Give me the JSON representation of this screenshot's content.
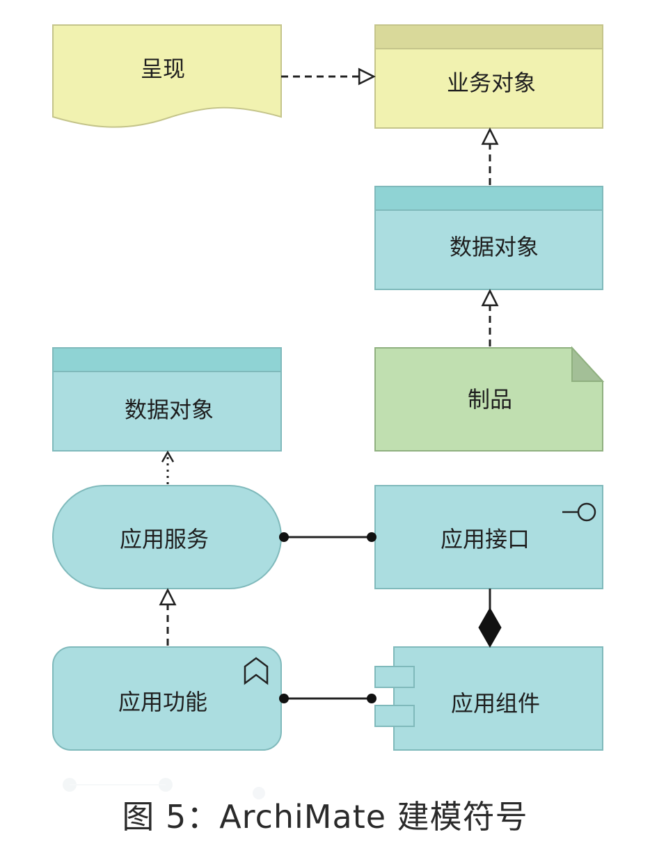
{
  "nodes": {
    "presentation": "呈现",
    "business_object": "业务对象",
    "data_object_right": "数据对象",
    "artifact": "制品",
    "data_object_left": "数据对象",
    "app_service": "应用服务",
    "app_interface": "应用接口",
    "app_function": "应用功能",
    "app_component": "应用组件"
  },
  "caption": "图 5：ArchiMate 建模符号",
  "colors": {
    "business_fill": "#f1f2b0",
    "business_header": "#d9d99a",
    "application_fill": "#abdde0",
    "application_header": "#8fd3d4",
    "technology_fill": "#c0dfb0",
    "border": "#5a7a7a"
  }
}
